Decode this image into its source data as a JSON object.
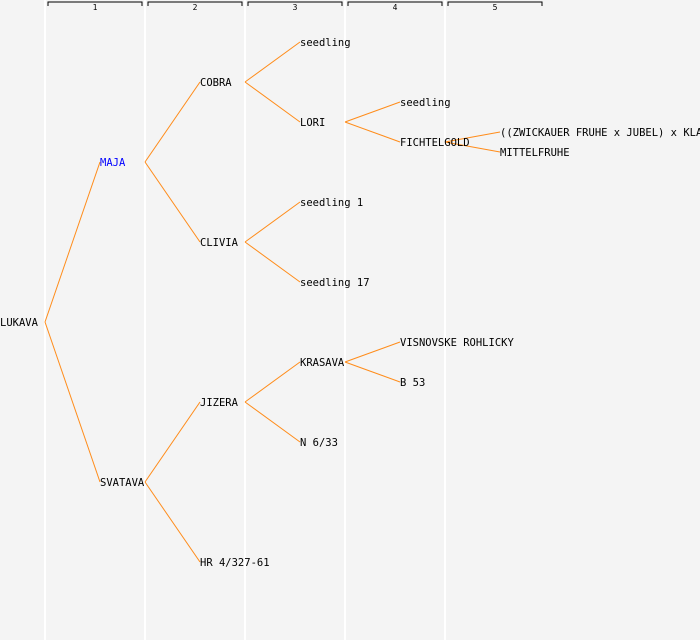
{
  "generations": [
    "1",
    "2",
    "3",
    "4",
    "5"
  ],
  "colors": {
    "background": "#f4f4f4",
    "line": "#ff8c1a",
    "highlight": "#0000ff",
    "separator": "#ffffff"
  },
  "nodes": {
    "root": "LUKAVA",
    "g1": [
      "MAJA",
      "SVATAVA"
    ],
    "g2": [
      "COBRA",
      "CLIVIA",
      "JIZERA",
      "HR 4/327-61"
    ],
    "g3": [
      "seedling",
      "LORI",
      "seedling 1",
      "seedling 17",
      "KRASAVA",
      "N 6/33"
    ],
    "g4": [
      "seedling",
      "FICHTELGOLD",
      "VISNOVSKE ROHLICKY",
      "B 53"
    ],
    "g5": [
      "((ZWICKAUER FRUHE x JUBEL) x KLARA",
      "MITTELFRUHE"
    ]
  }
}
